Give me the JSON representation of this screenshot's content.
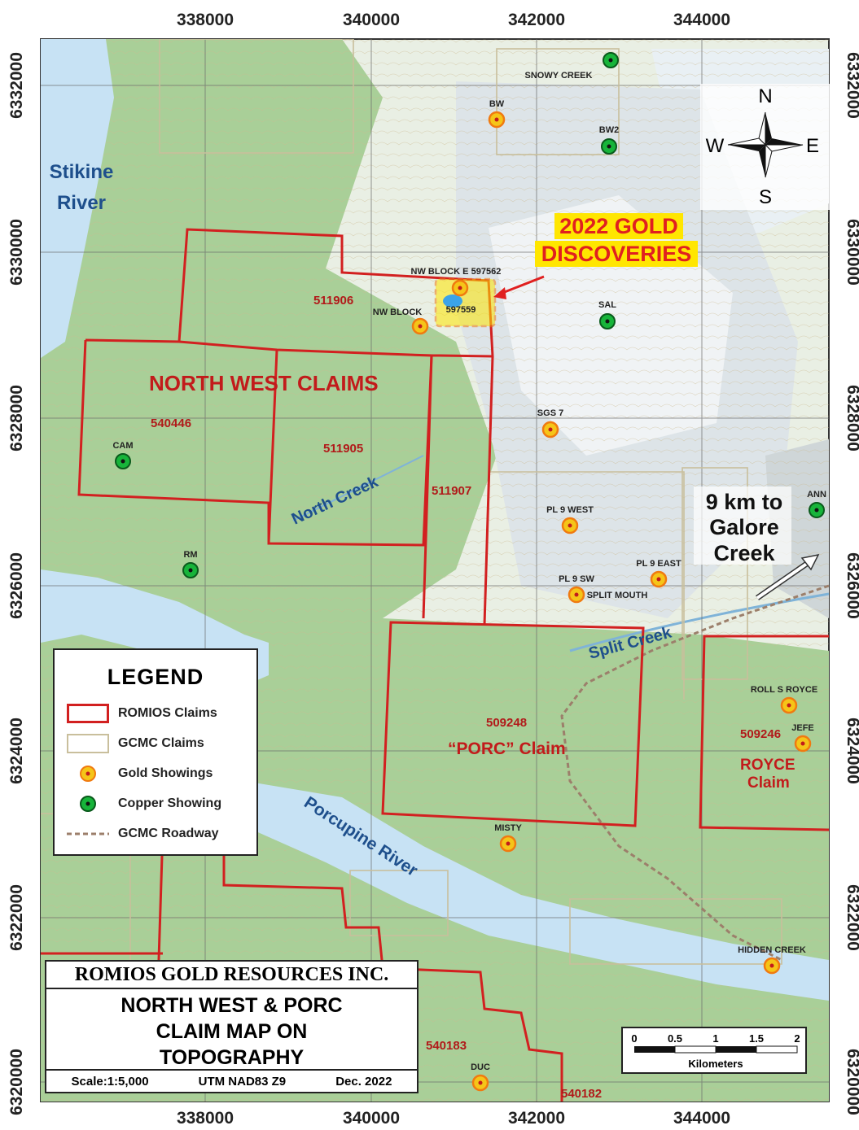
{
  "map": {
    "x_ticks": [
      "338000",
      "340000",
      "342000",
      "344000"
    ],
    "y_ticks": [
      "6332000",
      "6330000",
      "6328000",
      "6326000",
      "6324000",
      "6322000",
      "6320000"
    ],
    "north_arrow": {
      "n": "N",
      "s": "S",
      "e": "E",
      "w": "W"
    },
    "callout": {
      "line1": "2022 GOLD",
      "line2": "DISCOVERIES"
    },
    "direction_note": {
      "line1": "9 km to",
      "line2": "Galore",
      "line3": "Creek"
    },
    "claim_group_label": "NORTH WEST CLAIMS",
    "porc_label": "“PORC” Claim",
    "royce_label": {
      "line1": "ROYCE",
      "line2": "Claim"
    },
    "claim_numbers": [
      "511906",
      "540446",
      "511905",
      "511907",
      "509248",
      "509246",
      "540183",
      "540182"
    ],
    "water": {
      "stikine": {
        "line1": "Stikine",
        "line2": "River"
      },
      "north_creek": "North Creek",
      "split_creek": "Split Creek",
      "porcupine": "Porcupine River"
    },
    "showings": [
      {
        "name": "SNOWY CREEK",
        "type": "copper"
      },
      {
        "name": "BW",
        "type": "gold"
      },
      {
        "name": "BW2",
        "type": "copper"
      },
      {
        "name": "NW BLOCK E",
        "type": "gold"
      },
      {
        "name": "597562",
        "type": "text"
      },
      {
        "name": "NW BLOCK",
        "type": "gold"
      },
      {
        "name": "597559",
        "type": "text"
      },
      {
        "name": "SAL",
        "type": "copper"
      },
      {
        "name": "SGS 7",
        "type": "gold"
      },
      {
        "name": "CAM",
        "type": "copper"
      },
      {
        "name": "ANN",
        "type": "copper"
      },
      {
        "name": "PL 9 WEST",
        "type": "gold"
      },
      {
        "name": "PL 9 EAST",
        "type": "gold"
      },
      {
        "name": "PL 9 SW",
        "type": "gold"
      },
      {
        "name": "SPLIT MOUTH",
        "type": "gold"
      },
      {
        "name": "RM",
        "type": "copper"
      },
      {
        "name": "ROLL S ROYCE",
        "type": "gold"
      },
      {
        "name": "JEFE",
        "type": "gold"
      },
      {
        "name": "MISTY",
        "type": "gold"
      },
      {
        "name": "HIDDEN CREEK",
        "type": "gold"
      },
      {
        "name": "DUC",
        "type": "gold"
      }
    ]
  },
  "legend": {
    "title": "LEGEND",
    "items": [
      {
        "label": "ROMIOS Claims",
        "symbol": "romios-claim"
      },
      {
        "label": "GCMC Claims",
        "symbol": "gcmc-claim"
      },
      {
        "label": "Gold Showings",
        "symbol": "gold-showing"
      },
      {
        "label": "Copper Showing",
        "symbol": "copper-showing"
      },
      {
        "label": "GCMC Roadway",
        "symbol": "roadway"
      }
    ]
  },
  "title_block": {
    "company": "ROMIOS GOLD RESOURCES INC.",
    "line1": "NORTH WEST & PORC",
    "line2": "CLAIM MAP ON",
    "line3": "TOPOGRAPHY",
    "scale": "Scale:1:5,000",
    "datum": "UTM NAD83  Z9",
    "date": "Dec. 2022"
  },
  "scalebar": {
    "ticks": [
      "0",
      "0.5",
      "1",
      "1.5",
      "2"
    ],
    "units": "Kilometers"
  },
  "colors": {
    "romios_claim": "#d22020",
    "gcmc_claim": "#c9bf9c",
    "gold": "#f5c518",
    "gold_ring": "#f07a10",
    "copper": "#17b43a",
    "water": "#c7e2f4",
    "forest": "#a9cf98",
    "callout": "#ffe600",
    "callout_text": "#e02020"
  }
}
